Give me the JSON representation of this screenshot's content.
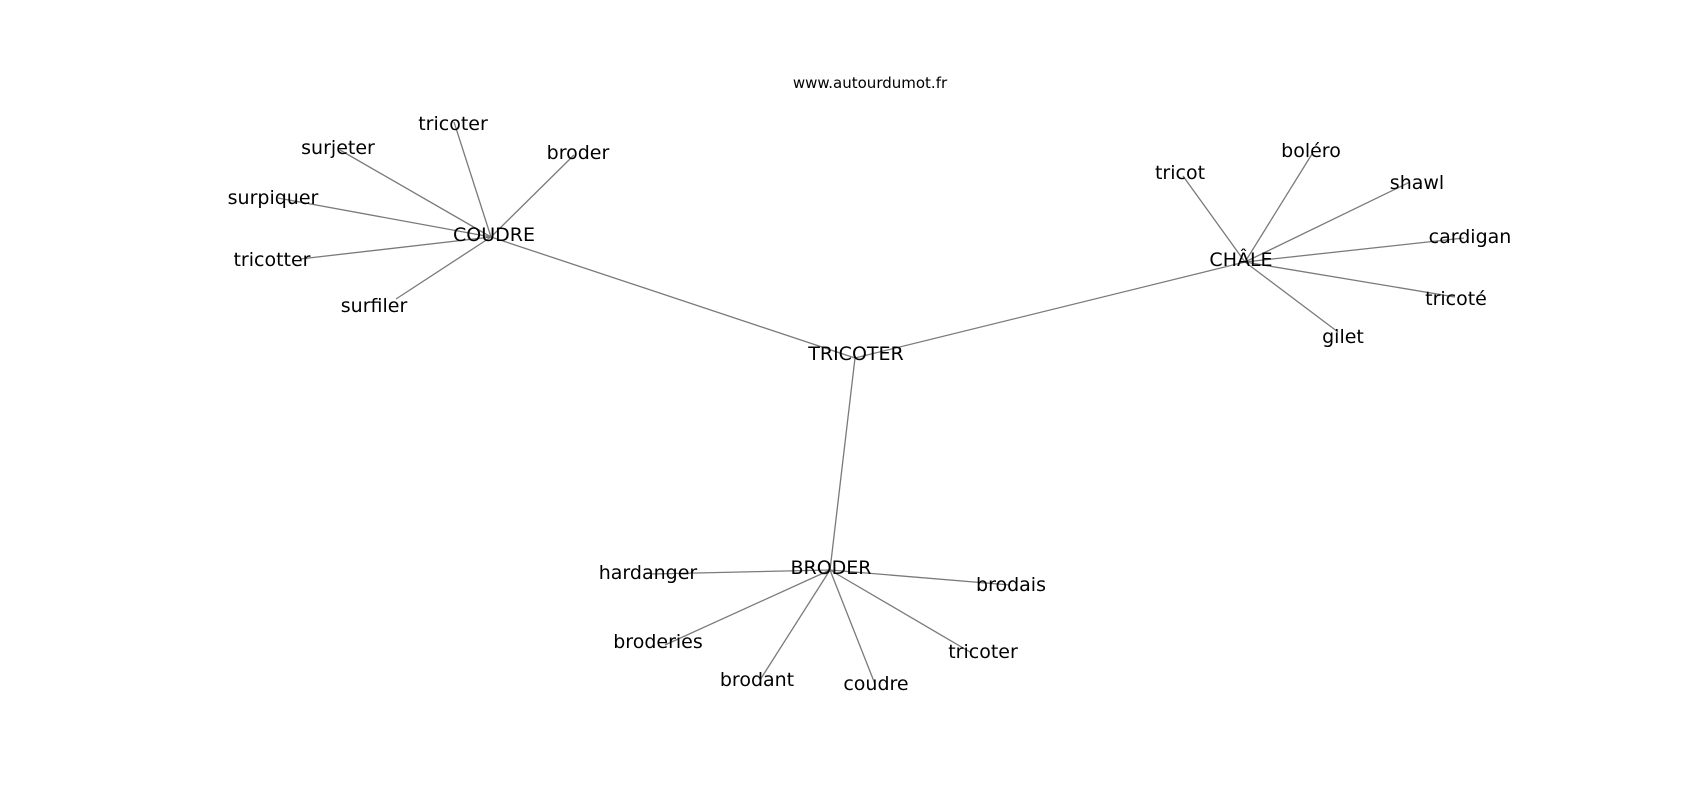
{
  "site": "www.autourdumot.fr",
  "center": "TRICOTER",
  "clusters": [
    {
      "hub": "COUDRE",
      "leaves": [
        "tricoter",
        "surjeter",
        "broder",
        "surpiquer",
        "tricotter",
        "surfiler"
      ]
    },
    {
      "hub": "CHÂLE",
      "leaves": [
        "tricot",
        "boléro",
        "shawl",
        "cardigan",
        "tricoté",
        "gilet"
      ]
    },
    {
      "hub": "BRODER",
      "leaves": [
        "hardanger",
        "brodais",
        "broderies",
        "tricoter",
        "brodant",
        "coudre"
      ]
    }
  ],
  "colors": {
    "edge": "#7a7a7a",
    "text": "#000000",
    "background": "#ffffff"
  }
}
